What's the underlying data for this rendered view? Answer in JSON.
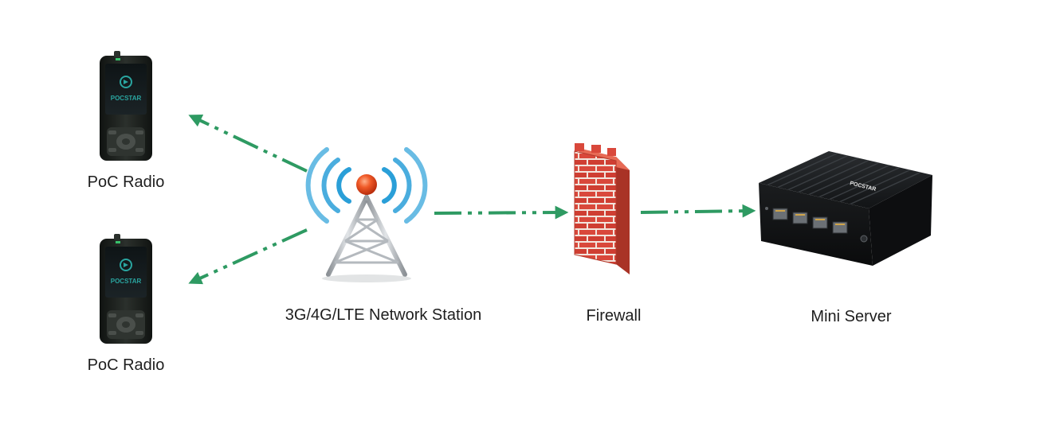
{
  "nodes": {
    "radio_top": {
      "label": "PoC Radio",
      "brand": "POCSTAR",
      "icon": "handheld-radio-icon"
    },
    "radio_bottom": {
      "label": "PoC Radio",
      "brand": "POCSTAR",
      "icon": "handheld-radio-icon"
    },
    "station": {
      "label": "3G/4G/LTE Network Station",
      "icon": "cell-tower-icon"
    },
    "firewall": {
      "label": "Firewall",
      "icon": "firewall-icon"
    },
    "server": {
      "label": "Mini Server",
      "brand": "POCSTAR",
      "icon": "mini-server-icon"
    }
  },
  "edges": [
    {
      "from": "station",
      "to": "radio_top",
      "style": "dash-dot arrow"
    },
    {
      "from": "station",
      "to": "radio_bottom",
      "style": "dash-dot arrow"
    },
    {
      "from": "station",
      "to": "firewall",
      "style": "dash-dot arrow"
    },
    {
      "from": "firewall",
      "to": "server",
      "style": "dash-dot arrow"
    }
  ],
  "colors": {
    "arrow": "#2e9a62",
    "tower_signal": "#2a9fd8",
    "tower_beacon": "#e0401a",
    "brick": "#d9483b",
    "device_body": "#1f2320"
  }
}
